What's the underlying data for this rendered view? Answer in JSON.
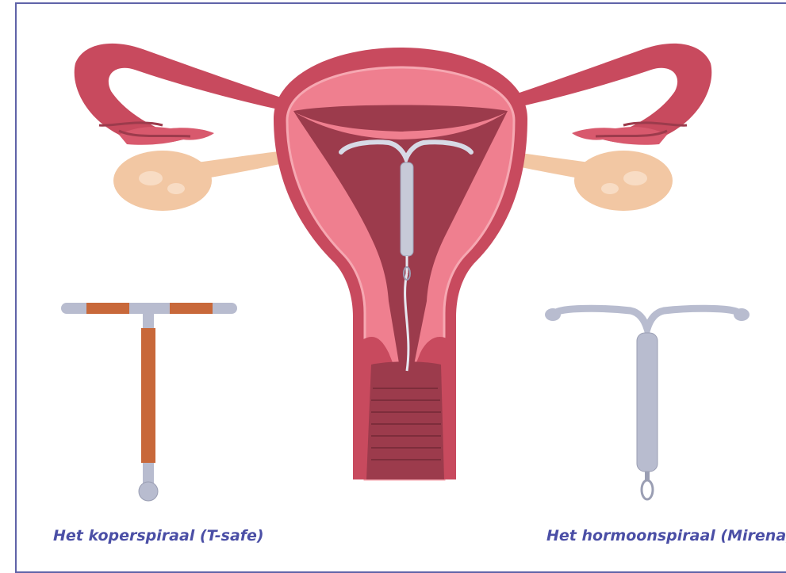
{
  "captions": {
    "copper_iud": "Het koperspiraal (T-safe)",
    "hormonal_iud": "Het hormoonspiraal (Mirena)"
  },
  "colors": {
    "frame": "#5f63a8",
    "caption": "#4b4fa6",
    "uterus_outer": "#c84a5e",
    "uterus_inner": "#ef7f8f",
    "cavity": "#9c3b4c",
    "ovary": "#f2c7a3",
    "copper": "#c8683a",
    "silver": "#b8bccf"
  },
  "icons": [
    "uterus-illustration",
    "copper-iud-icon",
    "hormonal-iud-icon"
  ]
}
